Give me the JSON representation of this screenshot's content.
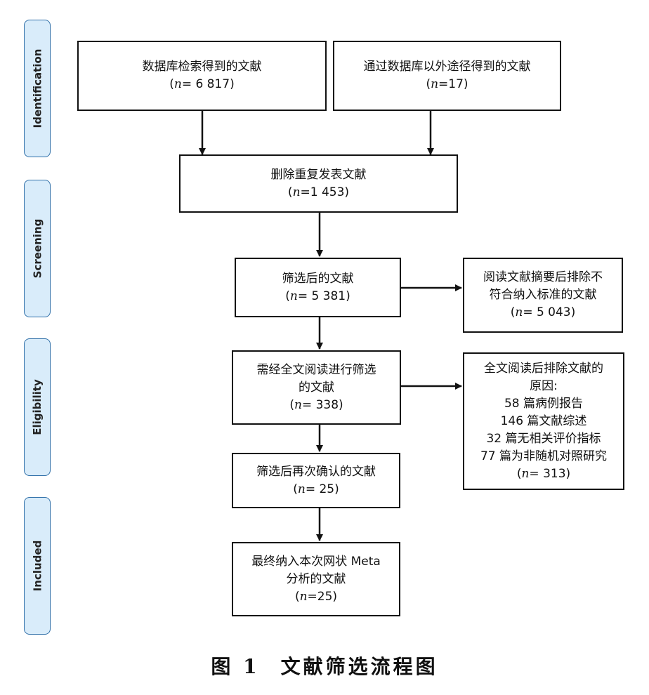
{
  "phases": {
    "identification": "Identification",
    "screening": "Screening",
    "eligibility": "Eligibility",
    "included": "Included"
  },
  "boxes": {
    "database_search": {
      "line1": "数据库检索得到的文献",
      "n_prefix": "(",
      "n_italic": "n",
      "n_suffix": "= 6 817)"
    },
    "other_sources": {
      "line1": "通过数据库以外途径得到的文献",
      "n_prefix": "(",
      "n_italic": "n",
      "n_suffix": "=17)"
    },
    "duplicates_removed": {
      "line1": "删除重复发表文献",
      "n_prefix": "(",
      "n_italic": "n",
      "n_suffix": "=1 453)"
    },
    "screened": {
      "line1": "筛选后的文献",
      "n_prefix": "(",
      "n_italic": "n",
      "n_suffix": "= 5 381)"
    },
    "excluded_abstract": {
      "line1": "阅读文献摘要后排除不",
      "line2": "符合纳入标准的文献",
      "n_prefix": "(",
      "n_italic": "n",
      "n_suffix": "= 5 043)"
    },
    "fulltext": {
      "line1": "需经全文阅读进行筛选",
      "line2": "的文献",
      "n_prefix": "(",
      "n_italic": "n",
      "n_suffix": "= 338)"
    },
    "excluded_fulltext": {
      "line1": "全文阅读后排除文献的",
      "line2": "原因:",
      "reasons": [
        "58 篇病例报告",
        "146 篇文献综述",
        "32 篇无相关评价指标",
        "77 篇为非随机对照研究"
      ],
      "n_prefix": "(",
      "n_italic": "n",
      "n_suffix": "= 313)"
    },
    "confirmed": {
      "line1": "筛选后再次确认的文献",
      "n_prefix": "(",
      "n_italic": "n",
      "n_suffix": "= 25)"
    },
    "included_final": {
      "line1": "最终纳入本次网状 Meta",
      "line2": "分析的文献",
      "n_prefix": "(",
      "n_italic": "n",
      "n_suffix": "=25)"
    }
  },
  "caption": {
    "figure": "图 1",
    "title": "文献筛选流程图"
  }
}
